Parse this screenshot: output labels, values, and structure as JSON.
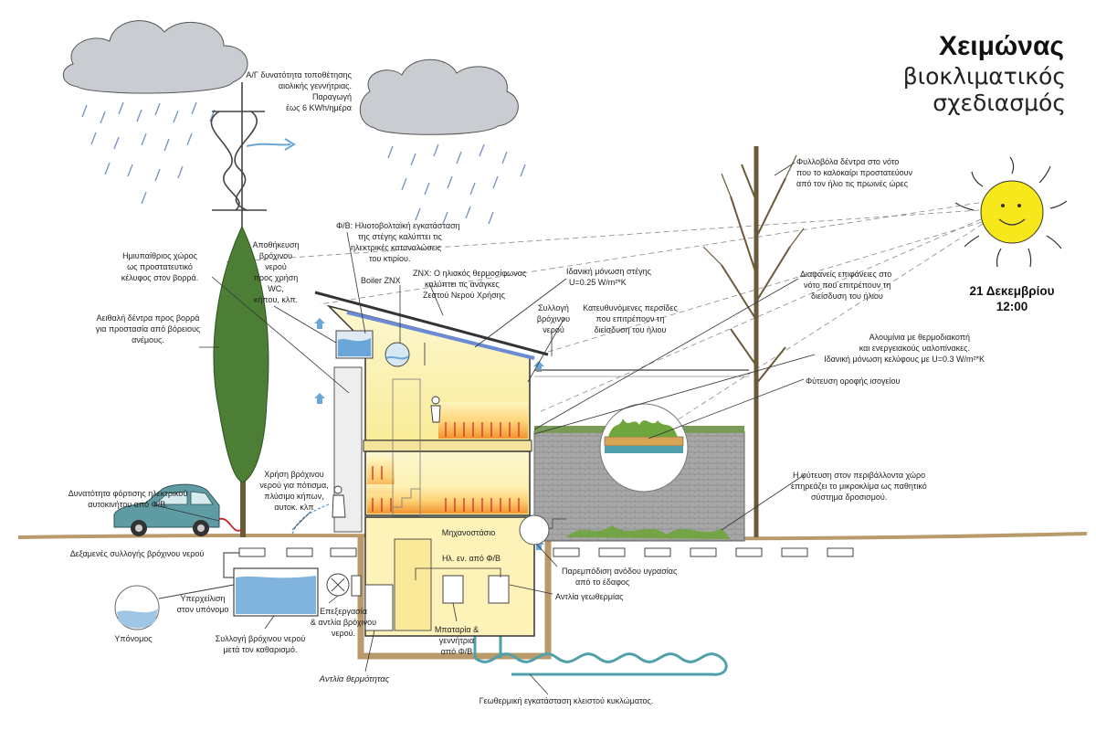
{
  "title": {
    "main": "Χειμώνας",
    "sub_line1": "βιοκλιματικός",
    "sub_line2": "σχεδιασμός"
  },
  "date": {
    "day": "21 Δεκεμβρίου",
    "time": "12:00"
  },
  "colors": {
    "sun": "#f6e81a",
    "cloud": "#c9ccd0",
    "tree_green": "#4c7f35",
    "ground": "#b99a6a",
    "interior_yellow": "#fbf4b8",
    "heat_orange": "#f08a24",
    "water_blue": "#6aa7d8",
    "car": "#5e9ba2"
  },
  "annotations": {
    "wind_turbine": [
      "Α/Γ δυνατότητα τοποθέτησης",
      "αιολικής γεννήτριας.",
      "Παραγωγή",
      "έως 6 KWh/ημέρα"
    ],
    "semi_outdoor": [
      "Ημιυπαίθριος χώρος",
      "ως προστατευτικό",
      "κέλυφος στον βορρά."
    ],
    "evergreen": [
      "Αειθαλή δέντρα προς βορρά",
      "για προστασία από βόρειους",
      "ανέμους."
    ],
    "rain_storage": [
      "Αποθήκευση",
      "βρόχινου",
      "νερού",
      "προς χρήση",
      "WC,",
      "κήπου, κλπ."
    ],
    "pv": [
      "Φ/Β: Ηλιοτοβολταϊκή εγκατάσταση",
      "της στέγης καλύπτει τις",
      "ηλεκτρικές καταναλώσεις",
      "του κτιρίου."
    ],
    "boiler": "Boiler ZNX",
    "solar_heater": [
      "ZNX: Ο ηλιακός θερμοσίφωνας",
      "καλύπτει τις ανάγκες",
      "Ζεστού Νερού Χρήσης"
    ],
    "roof_insulation": [
      "Ιδανική μόνωση στέγης",
      "U=0.25 W/m²*K"
    ],
    "rain_collection": [
      "Συλλογή",
      "βρόχινου",
      "νερού"
    ],
    "blinds": [
      "Κατευθυνόμενες περσίδες",
      "που επιτρέπουν τη",
      "διείσδυση του ήλιου"
    ],
    "deciduous": [
      "Φυλλοβόλα δέντρα στο νότο",
      "που το καλοκαίρι προστατεύουν",
      "από τον ήλιο τις πρωινές ώρες"
    ],
    "glazing": [
      "Διαφανείς επιφάνειες στο",
      "νότο που επιτρέπουν τη",
      "διείσδυση του ήλιου"
    ],
    "aluminium": [
      "Αλουμίνια με θερμοδιακοπή",
      "και ενεργειακούς υαλοπίνακες.",
      "Ιδανική μόνωση κελύφους με U=0.3 W/m²*K"
    ],
    "green_roof": "Φύτευση οροφής ισογείου",
    "planting": [
      "Η φύτευση στον περιβάλλοντα χώρο",
      "επηρεάζει το μικροκλίμα ως παθητικό",
      "σύστημα δροσισμού."
    ],
    "ev_charge": [
      "Δυνατότητα φόρτισης ηλεκτρικού",
      "αυτοκινήτου από Φ/Β."
    ],
    "rain_use": [
      "Χρήση βρόχινου",
      "νερού για πότισμα,",
      "πλύσιμο κήπων,",
      "αυτοκ. κλπ"
    ],
    "machine_room": "Μηχανοστάσιο",
    "el_energy": "Ηλ. εν. από Φ/Β",
    "moisture": [
      "Παρεμπόδιση ανόδου υγρασίας",
      "από το έδαφος"
    ],
    "geo_pump": "Αντλία γεωθερμίας",
    "tanks": "Δεξαμενές συλλογής βρόχινου νερού",
    "overflow": [
      "Υπερχείλιση",
      "στον υπόνομο"
    ],
    "sewer": "Υπόνομος",
    "treated": [
      "Συλλογή βρόχινου νερού",
      "μετά τον καθαρισμό."
    ],
    "treatment": [
      "Επεξεργασία",
      "& αντλία βρόχινου",
      "νερού."
    ],
    "battery": [
      "Μπαταρία &",
      "γεννήτρια",
      "από Φ/Β"
    ],
    "heat_pump": "Αντλία θερμότητας",
    "geo_loop": "Γεωθερμική εγκατάσταση κλειστού κυκλώματος."
  }
}
